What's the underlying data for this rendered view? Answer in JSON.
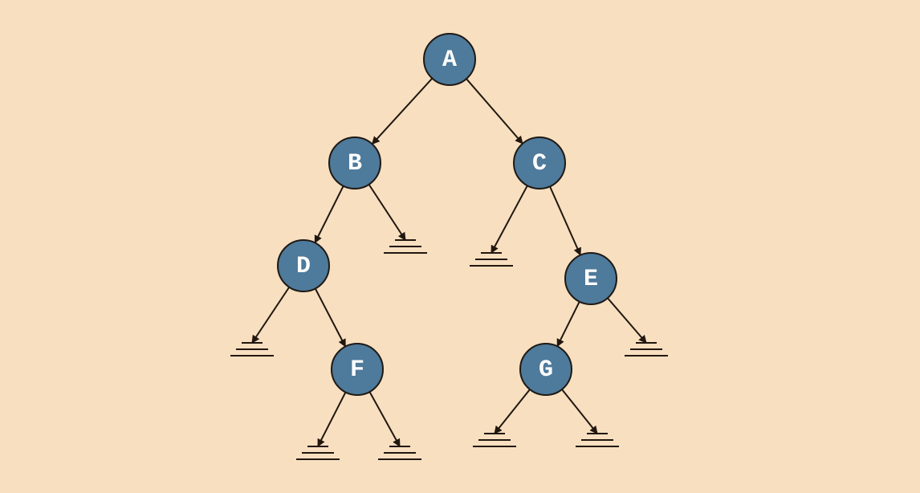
{
  "diagram": {
    "type": "binary-tree",
    "background": "#f7dfc0",
    "node_fill": "#4e7a9b",
    "edge_color": "#21170f",
    "label_color": "#ffffff",
    "nodes": [
      {
        "id": "A",
        "label": "A"
      },
      {
        "id": "B",
        "label": "B"
      },
      {
        "id": "C",
        "label": "C"
      },
      {
        "id": "D",
        "label": "D"
      },
      {
        "id": "E",
        "label": "E"
      },
      {
        "id": "F",
        "label": "F"
      },
      {
        "id": "G",
        "label": "G"
      }
    ],
    "edges": [
      {
        "from": "A",
        "to": "B"
      },
      {
        "from": "A",
        "to": "C"
      },
      {
        "from": "B",
        "to": "D"
      },
      {
        "from": "B",
        "to": "null"
      },
      {
        "from": "C",
        "to": "null"
      },
      {
        "from": "C",
        "to": "E"
      },
      {
        "from": "D",
        "to": "null"
      },
      {
        "from": "D",
        "to": "F"
      },
      {
        "from": "E",
        "to": "G"
      },
      {
        "from": "E",
        "to": "null"
      },
      {
        "from": "F",
        "to": "null"
      },
      {
        "from": "F",
        "to": "null"
      },
      {
        "from": "G",
        "to": "null"
      },
      {
        "from": "G",
        "to": "null"
      }
    ]
  }
}
